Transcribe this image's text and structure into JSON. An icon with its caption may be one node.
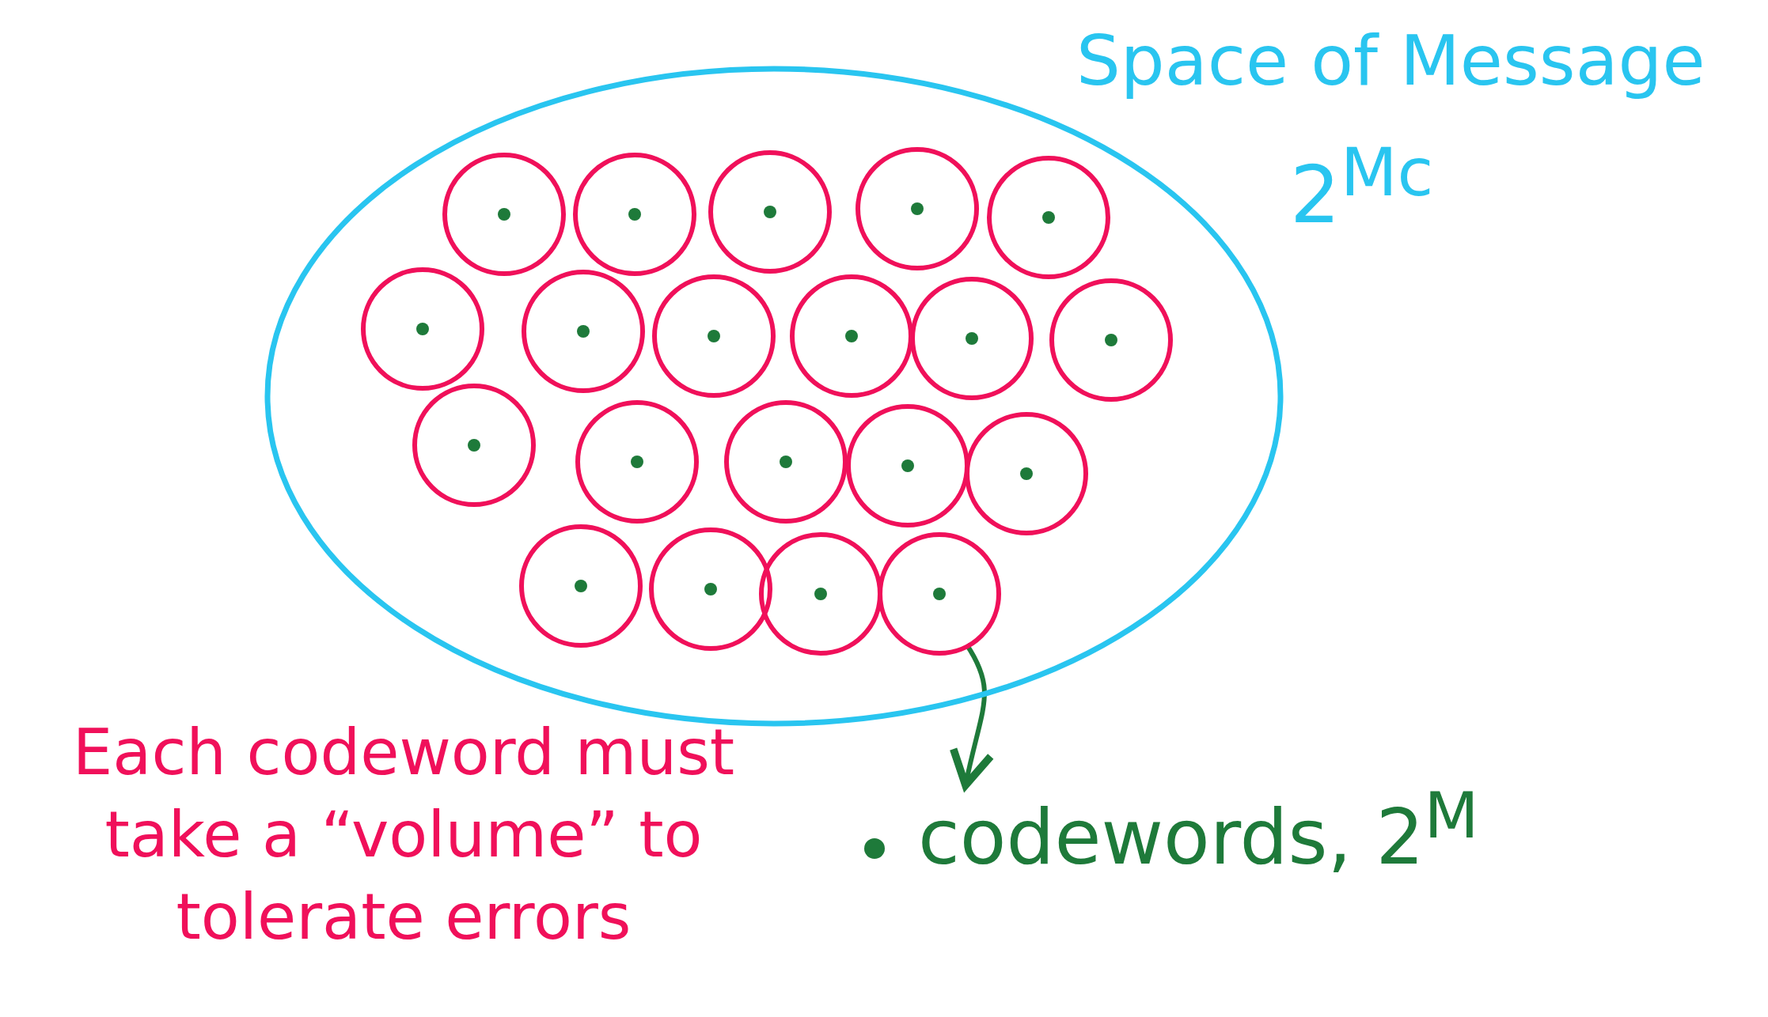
{
  "diagram": {
    "nodes": [
      {
        "text": [
          "Space of Message",
          "2$^{Mc}$"
        ]
      },
      {
        "text": [],
        "shape": "circle",
        "in": 0
      },
      {
        "text": [],
        "shape": "circle",
        "in": 0
      },
      {
        "text": [],
        "shape": "circle",
        "in": 0
      },
      {
        "text": [],
        "shape": "circle",
        "in": 0
      },
      {
        "text": [],
        "shape": "circle",
        "in": 0
      },
      {
        "text": [],
        "shape": "circle",
        "in": 0
      },
      {
        "text": [],
        "shape": "circle",
        "in": 0
      },
      {
        "text": [],
        "shape": "circle",
        "in": 0
      },
      {
        "text": [],
        "shape": "circle",
        "in": 0
      },
      {
        "text": [],
        "shape": "circle",
        "in": 0
      },
      {
        "text": [],
        "shape": "circle",
        "in": 0
      },
      {
        "text": [],
        "shape": "circle",
        "in": 0
      },
      {
        "text": [],
        "shape": "circle",
        "in": 0
      },
      {
        "text": [],
        "shape": "circle",
        "in": 0
      },
      {
        "text": [],
        "shape": "circle",
        "in": 0
      },
      {
        "text": [],
        "shape": "circle",
        "in": 0
      },
      {
        "text": [],
        "shape": "circle",
        "in": 0
      },
      {
        "text": [],
        "shape": "circle",
        "in": 0
      },
      {
        "text": [],
        "shape": "circle",
        "in": 0
      },
      {
        "text": [],
        "shape": "circle",
        "in": 0
      },
      {
        "text": [
          "codewords, 2$^{M}$"
        ]
      }
    ],
    "edges": [
      {
        "from": 20,
        "to": 21,
        "arrow": "to"
      }
    ],
    "labels": [
      "Each codeword must take a “volume” to tolerate errors"
    ]
  }
}
